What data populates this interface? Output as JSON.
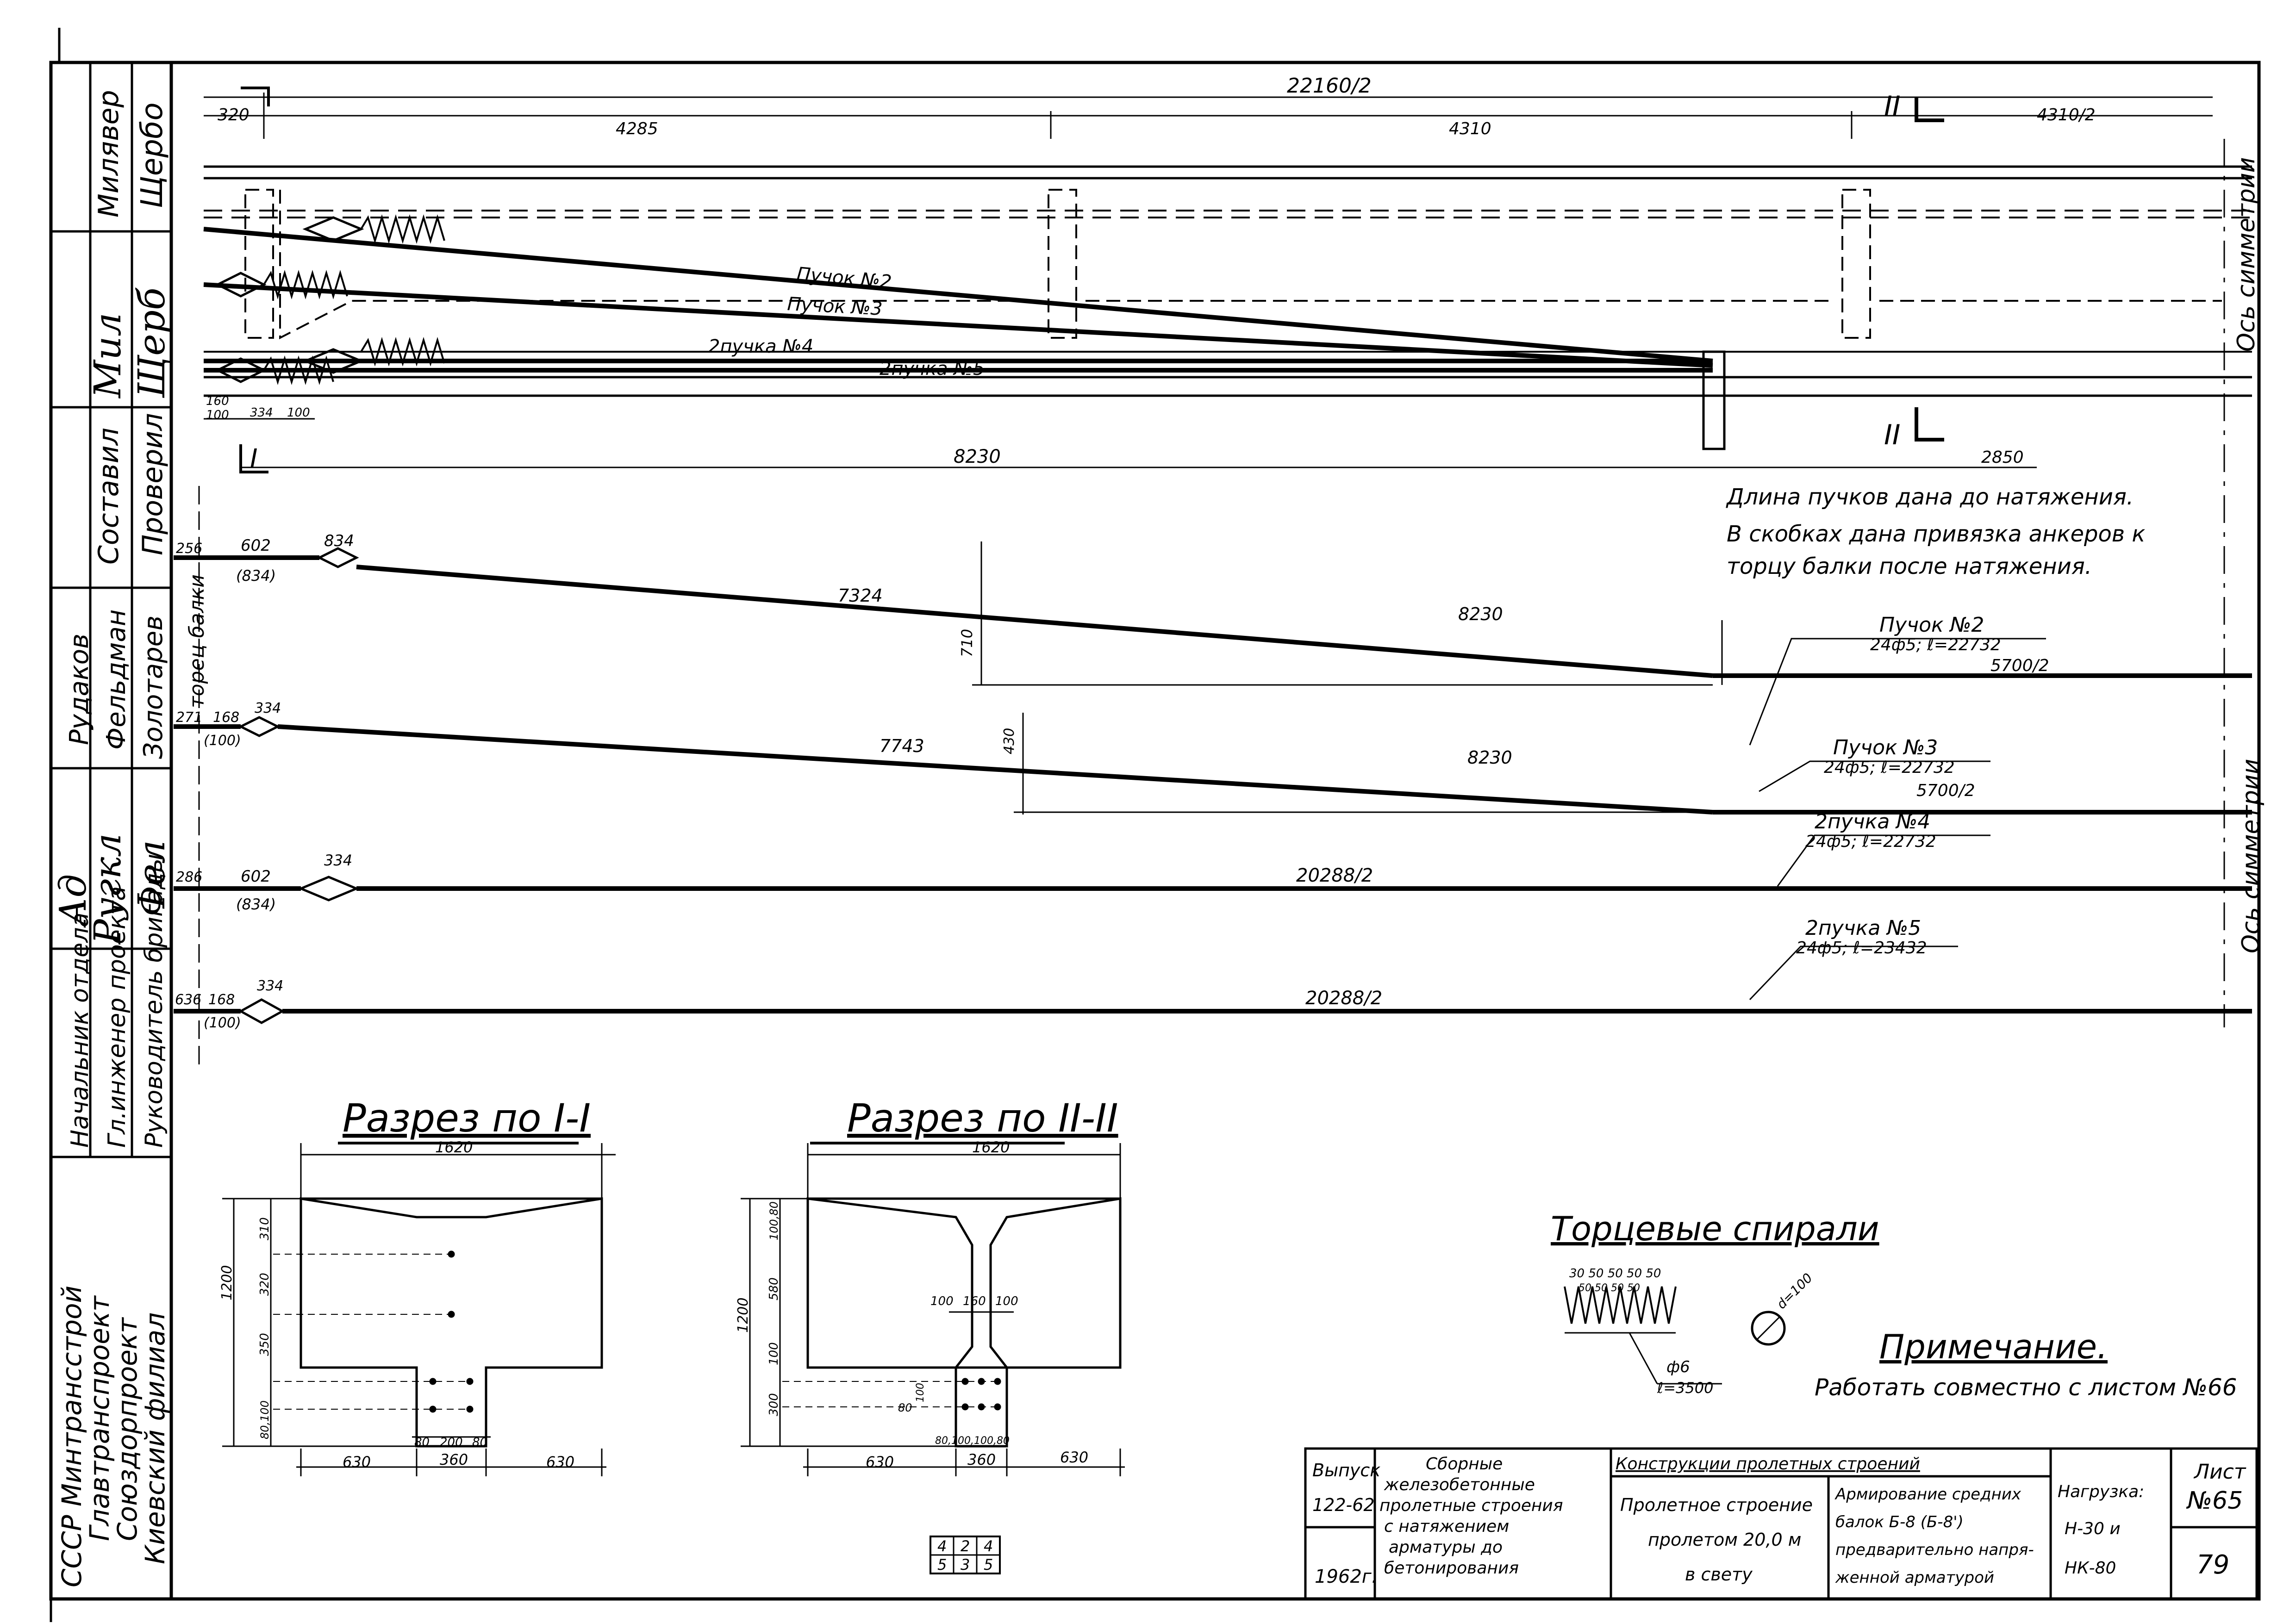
{
  "drawing": {
    "top_dims": {
      "total": "22160/2",
      "d1": "320",
      "d2": "4285",
      "d3": "4310",
      "d4": "4310/2"
    },
    "top_labels": {
      "bundle2": "Пучок №2",
      "bundle3": "Пучок №3",
      "bundle4": "2пучка №4",
      "bundle5": "2пучка №5",
      "axis": "Ось симметрии",
      "sec2_top": "II",
      "sec2_bot": "II",
      "sec1": "I",
      "d160": "160",
      "d100": "100",
      "d334": "334",
      "d100b": "100",
      "d8230": "8230",
      "d2850": "2850"
    },
    "note_lines": [
      "Длина пучков дана до натяжения.",
      "В скобках дана привязка анкеров к",
      "торцу балки после натяжения."
    ],
    "left_labels": {
      "torec": "торец балки",
      "axis2": "Ось симметрии"
    },
    "rows": [
      {
        "left1": "256",
        "left2": "602",
        "left3": "(834)",
        "anchor": "834",
        "slope": "7324",
        "flat": "8230",
        "rise": "710",
        "name": "Пучок №2",
        "spec": "24ф5; ℓ=22732",
        "half": "5700/2"
      },
      {
        "left1": "271",
        "left2": "168",
        "left3": "(100)",
        "anchor": "334",
        "slope": "7743",
        "flat": "8230",
        "rise": "430",
        "name": "Пучок №3",
        "spec": "24ф5; ℓ=22732",
        "half": "5700/2"
      },
      {
        "left1": "286",
        "left2": "602",
        "left3": "(834)",
        "anchor": "334",
        "flat": "20288/2",
        "name": "2пучка №4",
        "spec": "24ф5; ℓ=22732"
      },
      {
        "left1": "636",
        "left2": "168",
        "left3": "(100)",
        "anchor": "334",
        "flat": "20288/2",
        "name": "2пучка №5",
        "spec": "24ф5; ℓ=23432"
      }
    ],
    "section1": {
      "title": "Разрез по I-I",
      "width": "1620",
      "h_total": "1200",
      "v1": "310",
      "v2": "320",
      "v3": "350",
      "v4": "80,100",
      "b1": "630",
      "b2": "360",
      "b3": "630",
      "c1": "80",
      "c2": "200",
      "c3": "80"
    },
    "section2": {
      "title": "Разрез по II-II",
      "width": "1620",
      "h_total": "1200",
      "v1": "100,80",
      "v2": "580",
      "v3": "100",
      "v4": "300",
      "w1": "100",
      "w2": "160",
      "w3": "100",
      "v5": "80",
      "v6": "100",
      "b1": "630",
      "b2": "360",
      "b3": "630",
      "c1": "80,100,100,80"
    },
    "spirals": {
      "title": "Торцевые спирали",
      "pitches": "30 50 50 50 50",
      "pitches2": "50 50 50 50",
      "dia": "d=100",
      "wire": "ф6",
      "len": "ℓ=3500"
    },
    "remark": {
      "title": "Примечание.",
      "text": "Работать совместно с листом №66"
    },
    "stamp_small": [
      "4",
      "2",
      "4",
      "5",
      "3",
      "5"
    ]
  },
  "side_stamp": {
    "roles": [
      "Милявер",
      "Щербо",
      "Составил",
      "Проверил",
      "Рудаков",
      "Фельдман",
      "Золотарев",
      "Начальник отдела",
      "Гл.инженер проекта",
      "Руководитель бригады"
    ],
    "org": [
      "СССР Минтрансстрой",
      "Главтранспроект",
      "Союздорпроект",
      "Киевский филиал"
    ],
    "signatures": [
      "Мил",
      "Щерб",
      "Ад",
      "Ругкл",
      "Фел"
    ]
  },
  "title_block": {
    "issue_label": "Выпуск",
    "issue": "122-62",
    "year": "1962г.",
    "series": [
      "Сборные",
      "железобетонные",
      "пролетные строения",
      "с натяжением",
      "арматуры до",
      "бетонирования"
    ],
    "header": "Конструкции пролетных строений",
    "span": [
      "Пролетное строение",
      "пролетом 20,0 м",
      "в свету"
    ],
    "subject": [
      "Армирование средних",
      "балок Б-8 (Б-8')",
      "предварительно напря-",
      "женной арматурой"
    ],
    "load_label": "Нагрузка:",
    "load1": "Н-30 и",
    "load2": "НК-80",
    "sheet_label": "Лист",
    "sheet_no": "№65",
    "page": "79"
  }
}
